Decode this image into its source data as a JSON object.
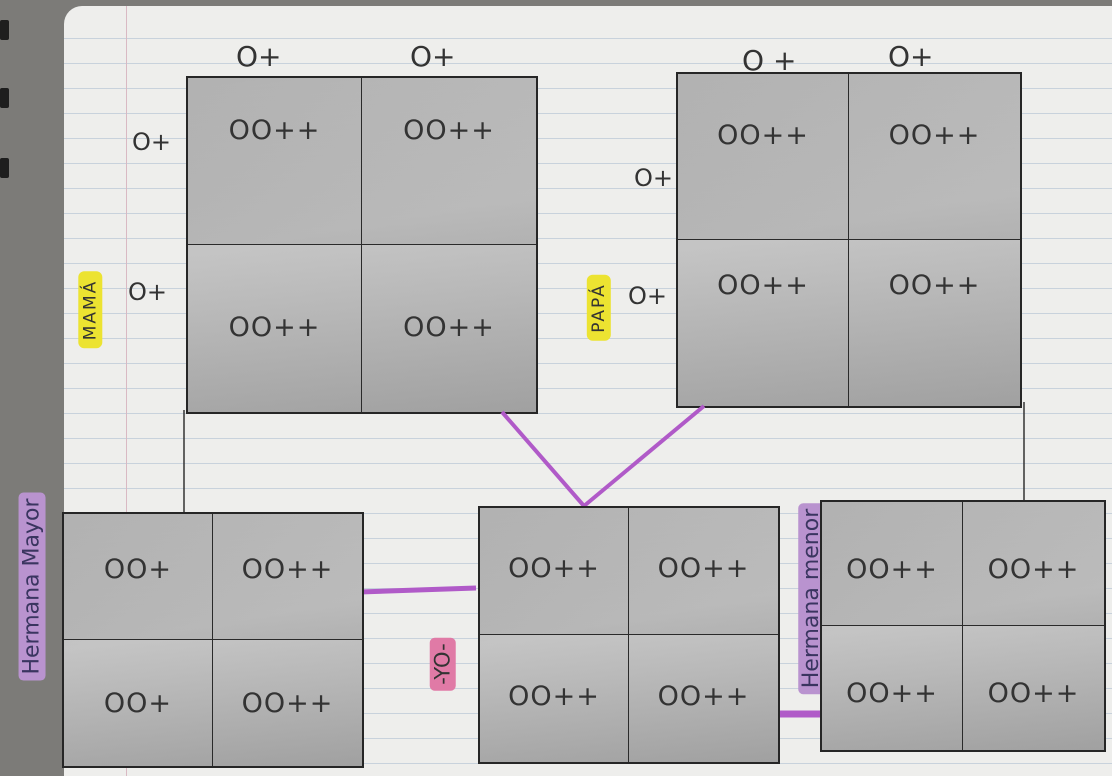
{
  "mama": {
    "label": "MAMÁ",
    "col_alleles": [
      "O+",
      "O+"
    ],
    "row_alleles": [
      "O+",
      "O+"
    ],
    "cells": [
      "OO++",
      "OO++",
      "OO++",
      "OO++"
    ]
  },
  "papa": {
    "label": "PAPÁ",
    "col_alleles": [
      "O +",
      "O+"
    ],
    "row_alleles": [
      "O+",
      "O+"
    ],
    "cells": [
      "OO++",
      "OO++",
      "OO++",
      "OO++"
    ]
  },
  "hermana_mayor": {
    "label": "Hermana Mayor",
    "cells": [
      "OO+",
      "OO++",
      "OO+",
      "OO++"
    ]
  },
  "yo": {
    "label": "-YO-",
    "cells": [
      "OO++",
      "OO++",
      "OO++",
      "OO++"
    ]
  },
  "hermana_menor": {
    "label": "Hermana menor",
    "cells": [
      "OO++",
      "OO++",
      "OO++",
      "OO++"
    ]
  },
  "colors": {
    "paper": "#eeeeec",
    "ruled_line": "#c8d2dc",
    "cell_shading": "#b2b2b2",
    "highlight_yellow": "#ece331",
    "highlight_purple": "#b993cf",
    "highlight_pink": "#e07aa6",
    "connector_purple": "#b05ac8"
  }
}
